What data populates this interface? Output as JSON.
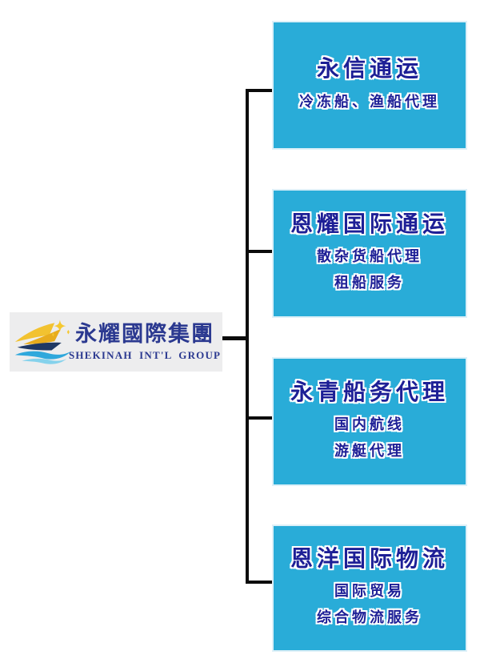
{
  "logo": {
    "title": "永耀國際集團",
    "subtitle": "SHEKINAH INT'L GROUP"
  },
  "nodes": [
    {
      "title": "永信通运",
      "lines": [
        "冷冻船、渔船代理"
      ]
    },
    {
      "title": "恩耀国际通运",
      "lines": [
        "散杂货船代理",
        "租船服务"
      ]
    },
    {
      "title": "永青船务代理",
      "lines": [
        "国内航线",
        "游艇代理"
      ]
    },
    {
      "title": "恩洋国际物流",
      "lines": [
        "国际贸易",
        "综合物流服务"
      ]
    }
  ],
  "colors": {
    "box_bg": "#29ACD8",
    "box_text": "#1D1F96",
    "logo_bg": "#EDEDEE",
    "logo_text": "#2B3990",
    "connector": "#0B0B0B",
    "box_halo": "#DDF0F8"
  }
}
